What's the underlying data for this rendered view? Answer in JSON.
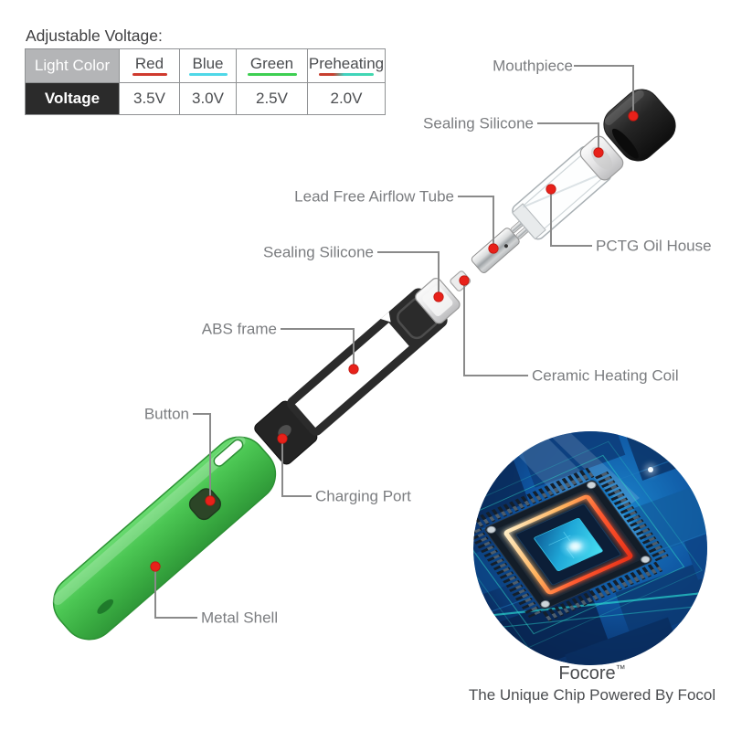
{
  "title": "Adjustable Voltage:",
  "voltage_table": {
    "light_color_header": "Light Color",
    "voltage_header": "Voltage",
    "columns": [
      {
        "light": "Red",
        "voltage": "3.5V",
        "underline": "#cf3a2e"
      },
      {
        "light": "Blue",
        "voltage": "3.0V",
        "underline": "#4fd8e8"
      },
      {
        "light": "Green",
        "voltage": "2.5V",
        "underline": "#3ecf52"
      },
      {
        "light": "Preheating",
        "voltage": "2.0V",
        "underline": "linear-gradient(90deg,#c7402f 0%,#c7402f 26%,#3fd2c0 46%,#43d9ae 100%)"
      }
    ]
  },
  "part_labels": [
    {
      "id": "mouthpiece",
      "text": "Mouthpiece"
    },
    {
      "id": "sealing-silicone-top",
      "text": "Sealing Silicone"
    },
    {
      "id": "lead-free-airflow-tube",
      "text": "Lead Free Airflow Tube"
    },
    {
      "id": "pctg-oil-house",
      "text": "PCTG Oil House"
    },
    {
      "id": "sealing-silicone-mid",
      "text": "Sealing Silicone"
    },
    {
      "id": "abs-frame",
      "text": "ABS frame"
    },
    {
      "id": "ceramic-heating-coil",
      "text": "Ceramic Heating Coil"
    },
    {
      "id": "button",
      "text": "Button"
    },
    {
      "id": "charging-port",
      "text": "Charging Port"
    },
    {
      "id": "metal-shell",
      "text": "Metal Shell"
    }
  ],
  "chip": {
    "brand": "Focore",
    "trademark": "™",
    "caption": "The Unique Chip Powered By Focol"
  },
  "colors": {
    "marker_red": "#e8211a",
    "leader_gray": "#8a8a8a",
    "shell_green": "#43bd4b",
    "frame_black": "#2b2b2b",
    "chip_board_blue": "#0f54a0",
    "chip_glow_cyan": "#2fd3f0",
    "chip_rim_orange": "#ff5a30"
  }
}
